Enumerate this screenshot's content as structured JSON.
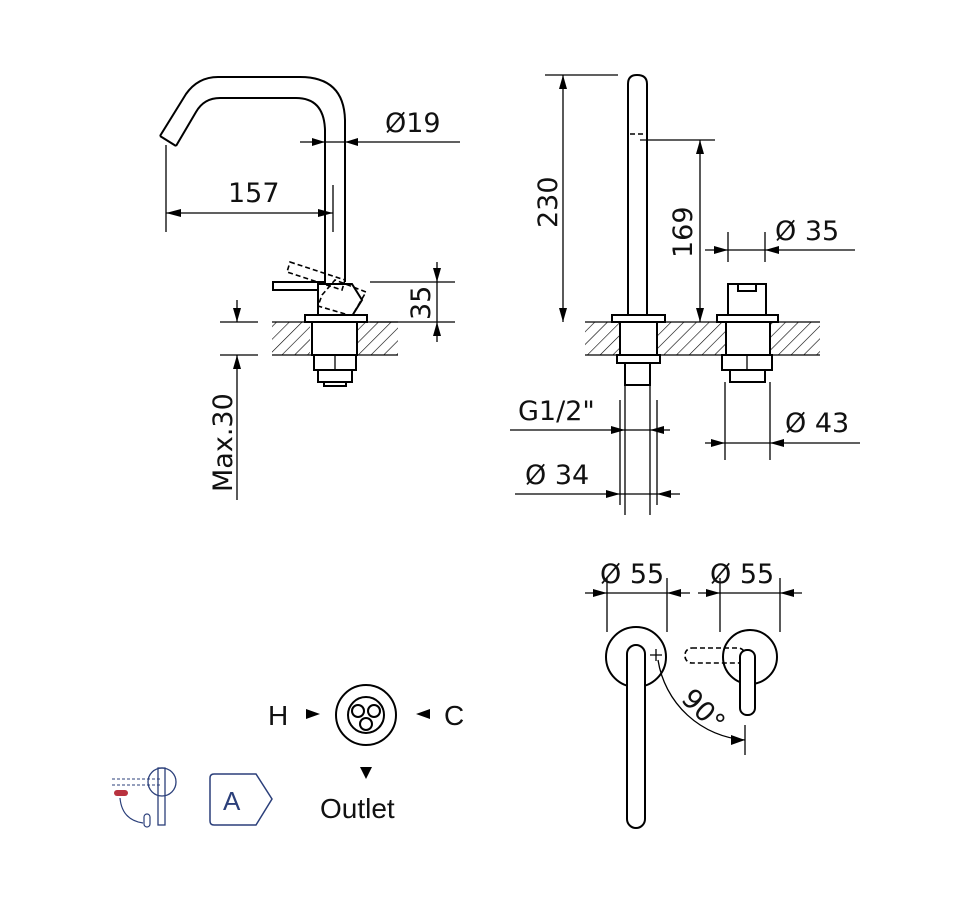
{
  "side_view": {
    "spout_diameter": "Ø19",
    "spout_reach": "157",
    "body_height": "35",
    "max_counter_thickness": "Max.30"
  },
  "front_view": {
    "overall_height": "230",
    "spout_outlet_height": "169",
    "handle_diameter": "Ø 35",
    "connection_thread": "G1/2\"",
    "handle_base_diameter": "Ø 43",
    "spout_base_diameter": "Ø 34"
  },
  "top_view": {
    "spout_rosette_diameter": "Ø 55",
    "handle_rosette_diameter": "Ø 55",
    "lever_rotation": "90°"
  },
  "connection_legend": {
    "hot": "H",
    "cold": "C",
    "outlet": "Outlet"
  },
  "badges": {
    "energy_class": "A"
  },
  "colors": {
    "line": "#000000",
    "badge_blue": "#2b3f7a",
    "icon_red": "#b8323f"
  }
}
